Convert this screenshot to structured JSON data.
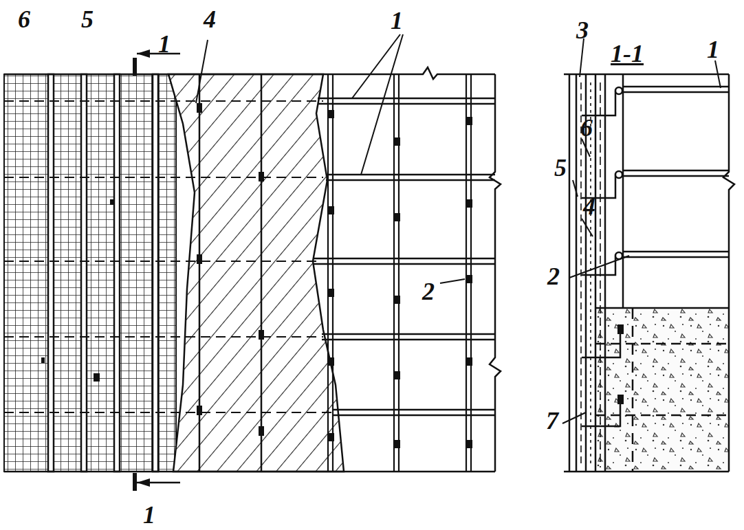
{
  "diagram": {
    "labels": [
      "6",
      "5",
      "1",
      "4",
      "1",
      "2",
      "1",
      "1-1",
      "3",
      "1",
      "6",
      "5",
      "4",
      "2",
      "7"
    ]
  }
}
